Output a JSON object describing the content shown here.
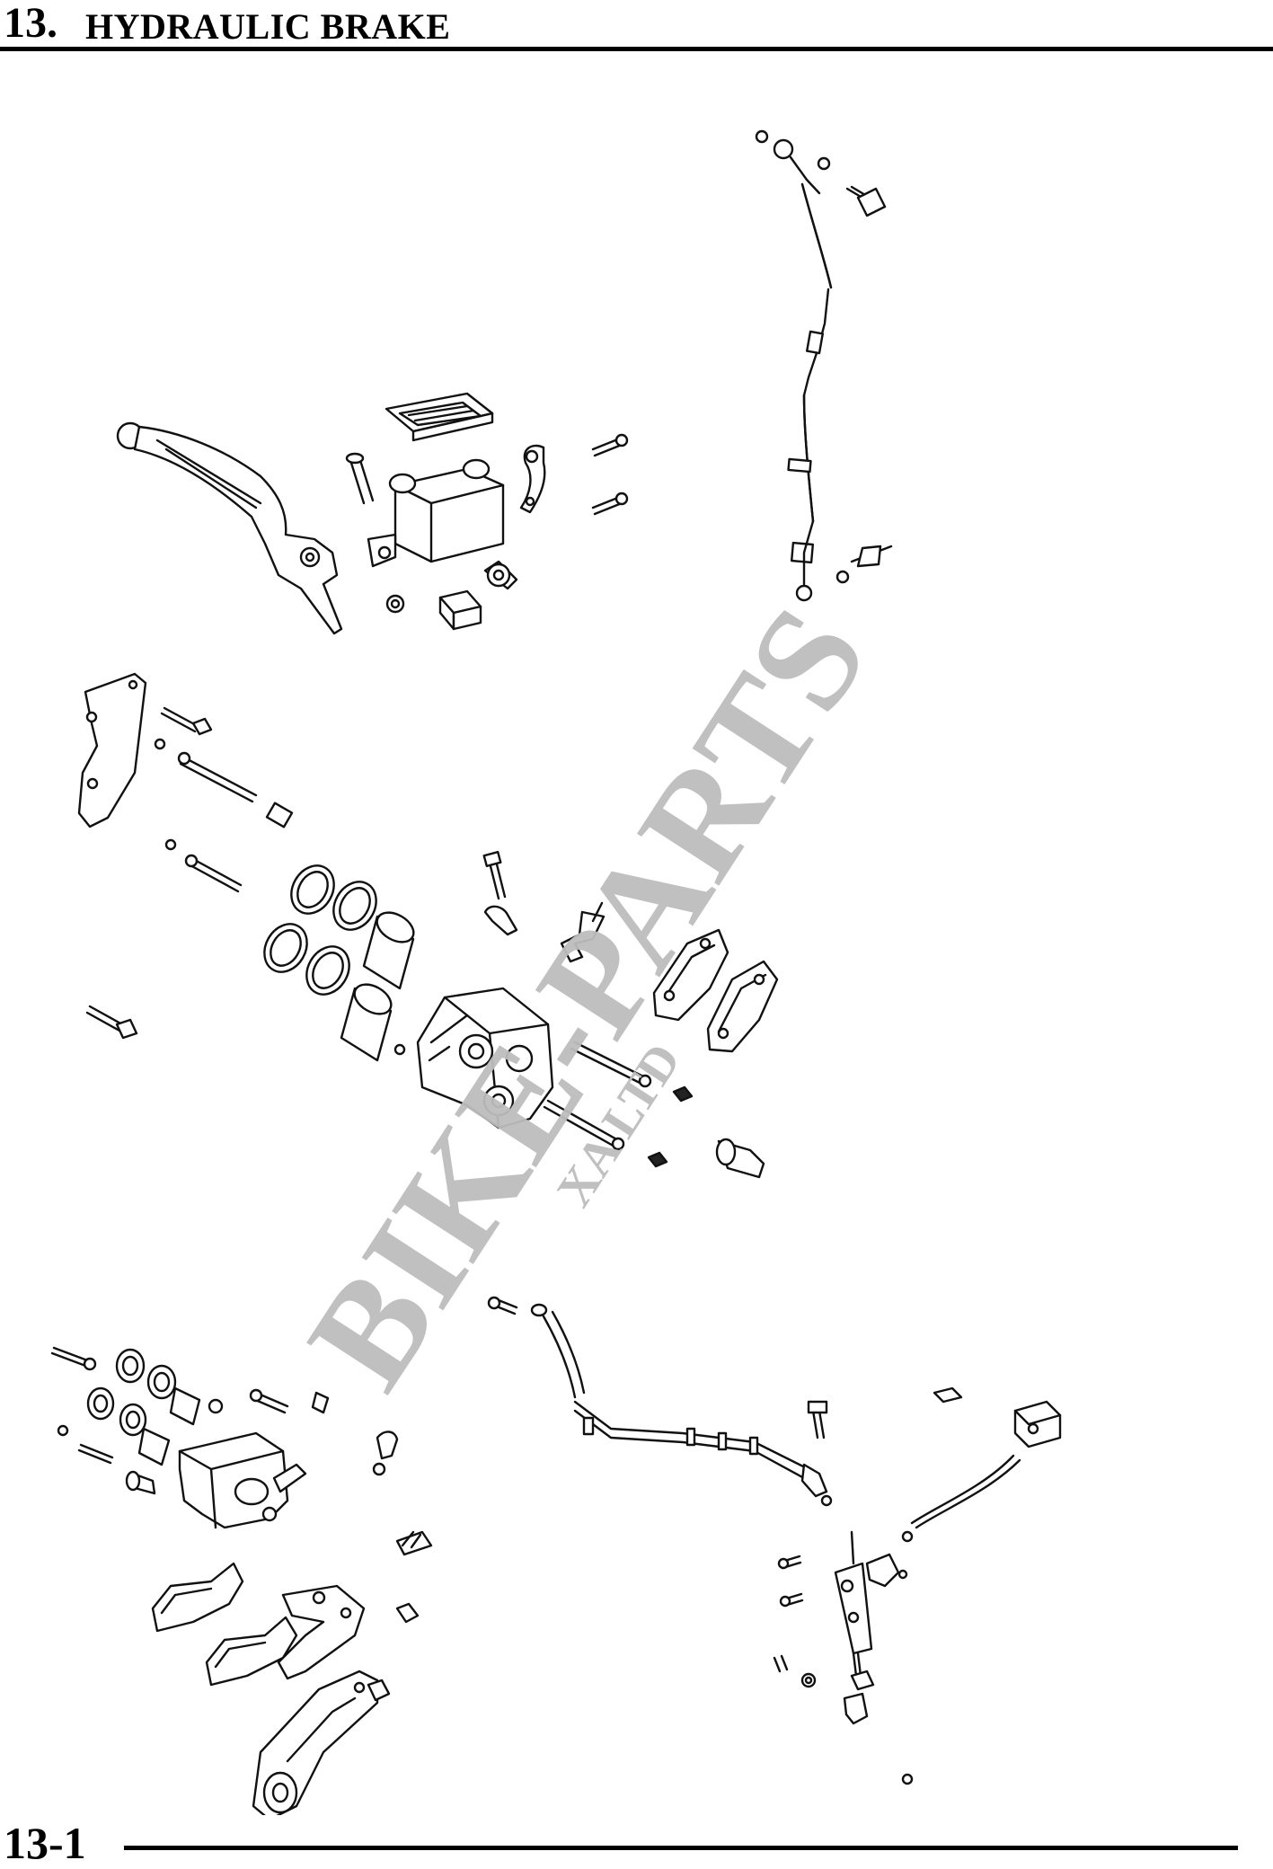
{
  "header": {
    "section_number": "13.",
    "section_title": "HYDRAULIC BRAKE"
  },
  "watermark": {
    "brand": "BIKE-PARTS",
    "sub": "XA LTD",
    "color": "#bdbdbd"
  },
  "footer": {
    "page_number": "13-1"
  }
}
